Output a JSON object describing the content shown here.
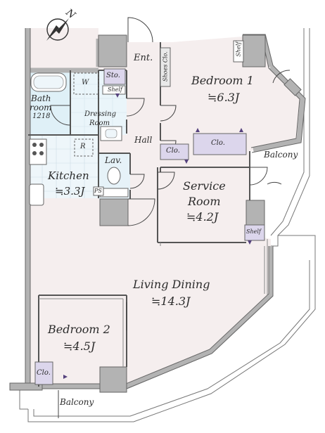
{
  "compass": {
    "north_label": "N"
  },
  "rooms": {
    "bedroom1": {
      "name": "Bedroom 1",
      "size": "≒6.3J"
    },
    "service": {
      "name_line1": "Service",
      "name_line2": "Room",
      "size": "≒4.2J"
    },
    "living": {
      "name": "Living Dining",
      "size": "≒14.3J"
    },
    "bedroom2": {
      "name": "Bedroom 2",
      "size": "≒4.5J"
    },
    "kitchen": {
      "name": "Kitchen",
      "size": "≒3.3J"
    },
    "bath": {
      "name_line1": "Bath",
      "name_line2": "room",
      "size": "1218"
    },
    "dressing": {
      "name_line1": "Dressing",
      "name_line2": "Room"
    }
  },
  "spaces": {
    "ent": "Ent.",
    "shoes": "Shoes Clo.",
    "sto": "Sto.",
    "hall": "Hall",
    "lav": "Lav.",
    "balcony_right": "Balcony",
    "balcony_bottom": "Balcony",
    "clo_small": "Clo.",
    "clo_wide": "Clo.",
    "clo_bed2": "Clo.",
    "shelf_bedroom": "Shelf",
    "shelf_dressing": "Shelf",
    "shelf_living": "Shelf",
    "washer": "W",
    "refrigerator": "R",
    "ps": "PS"
  },
  "colors": {
    "floor": "#f5eeee",
    "wet_area": "#dff0f7",
    "wall": "#b3b3b3",
    "wall_edge": "#666666",
    "storage": "#dcd6ec",
    "marker": "#55427d"
  }
}
